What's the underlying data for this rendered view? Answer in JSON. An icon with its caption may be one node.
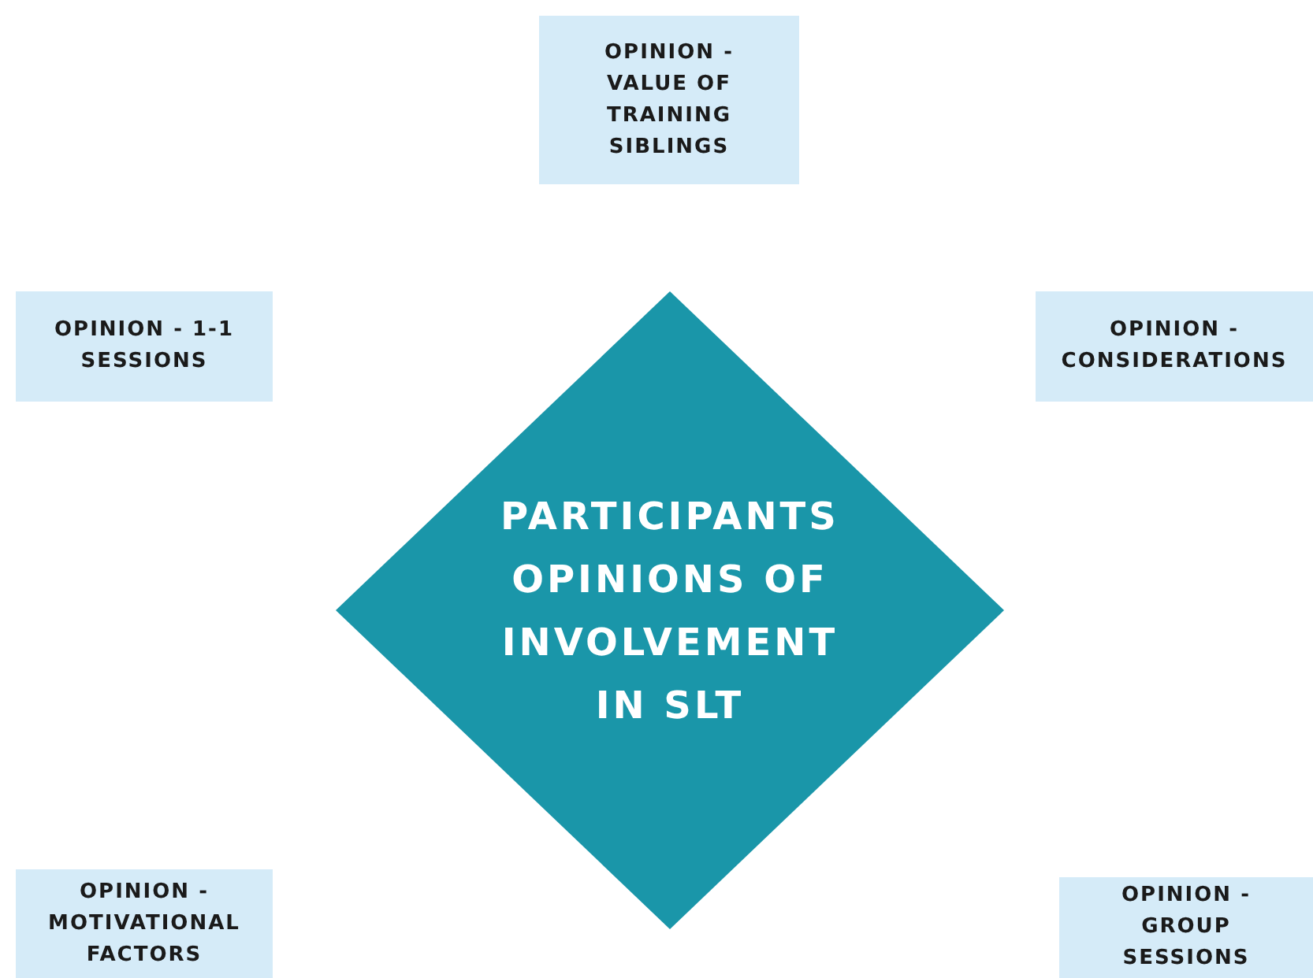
{
  "diagram": {
    "nodes": [
      {
        "text": [
          "OPINION - VALUE OF TRAINING SIBLINGS"
        ]
      },
      {
        "text": [
          "OPINION - 1-1 SESSIONS"
        ]
      },
      {
        "text": [
          "OPINION - CONSIDERATIONS"
        ]
      },
      {
        "text": [
          "PARTICIPANTS OPINIONS OF INVOLVEMENT IN SLT"
        ]
      },
      {
        "text": [
          "OPINION - MOTIVATIONAL FACTORS"
        ]
      },
      {
        "text": [
          "OPINION - GROUP SESSIONS"
        ]
      }
    ],
    "edges": []
  }
}
